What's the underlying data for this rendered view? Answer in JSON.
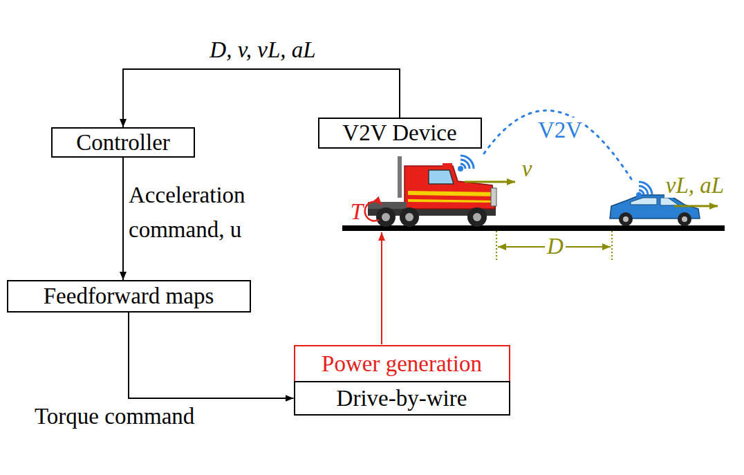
{
  "diagram": {
    "nodes": [
      {
        "text": [
          "Controller"
        ]
      },
      {
        "text": [
          "V2V Device"
        ]
      },
      {
        "text": [
          "Feedforward maps"
        ]
      },
      {
        "text": [
          "Power generation"
        ]
      },
      {
        "text": [
          "Drive-by-wire"
        ]
      }
    ],
    "edges": [
      {
        "from": 1,
        "to": 0,
        "arrow": "to",
        "label": "D, v, vL, aL"
      },
      {
        "from": 0,
        "to": 2,
        "arrow": "to",
        "label": "Acceleration command, u"
      },
      {
        "from": 2,
        "to": 4,
        "arrow": "to",
        "label": "Torque command"
      }
    ],
    "labels": [
      "V2V",
      "v",
      "vL, aL",
      "T",
      "D"
    ]
  }
}
